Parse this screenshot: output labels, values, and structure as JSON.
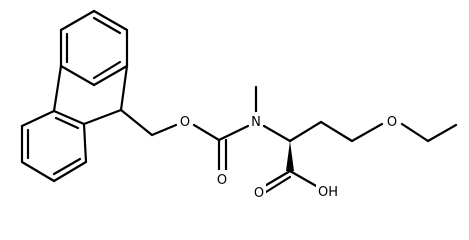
{
  "molecule": {
    "atom_labels": {
      "carbamate_ester_o": "O",
      "carbamate_carbonyl_o": "O",
      "nitrogen": "N",
      "ether_o": "O",
      "acid_oh": "OH",
      "acid_carbonyl_o": "O"
    }
  }
}
